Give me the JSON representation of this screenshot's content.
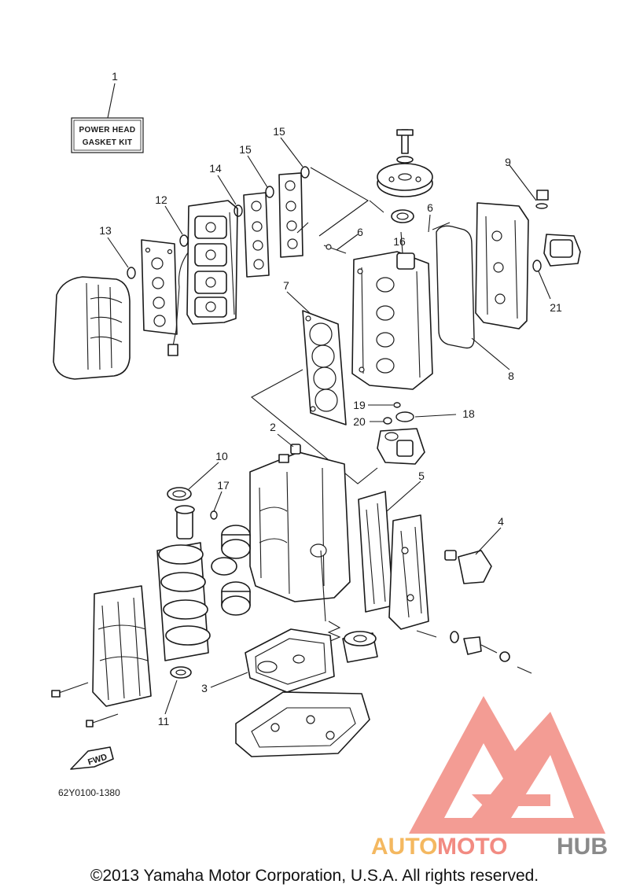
{
  "kit_label": {
    "line1": "POWER HEAD",
    "line2": "GASKET KIT"
  },
  "diagram_code": "62Y0100-1380",
  "fwd_label": "FWD",
  "copyright": "©2013 Yamaha Motor Corporation, U.S.A. All rights reserved.",
  "watermark": {
    "part1": "AUTO",
    "part2": "MOTO",
    "part3": "HUB"
  },
  "callouts": {
    "c1": "1",
    "c2": "2",
    "c3": "3",
    "c4": "4",
    "c5": "5",
    "c6a": "6",
    "c6b": "6",
    "c7": "7",
    "c8": "8",
    "c9": "9",
    "c10": "10",
    "c11": "11",
    "c12": "12",
    "c13": "13",
    "c14": "14",
    "c15a": "15",
    "c15b": "15",
    "c16": "16",
    "c17": "17",
    "c18": "18",
    "c19": "19",
    "c20": "20",
    "c21": "21"
  },
  "colors": {
    "watermark_red": "#f08080",
    "watermark_orange": "#f4b860",
    "watermark_gray": "#8a8a8a",
    "line": "#1a1a1a"
  }
}
